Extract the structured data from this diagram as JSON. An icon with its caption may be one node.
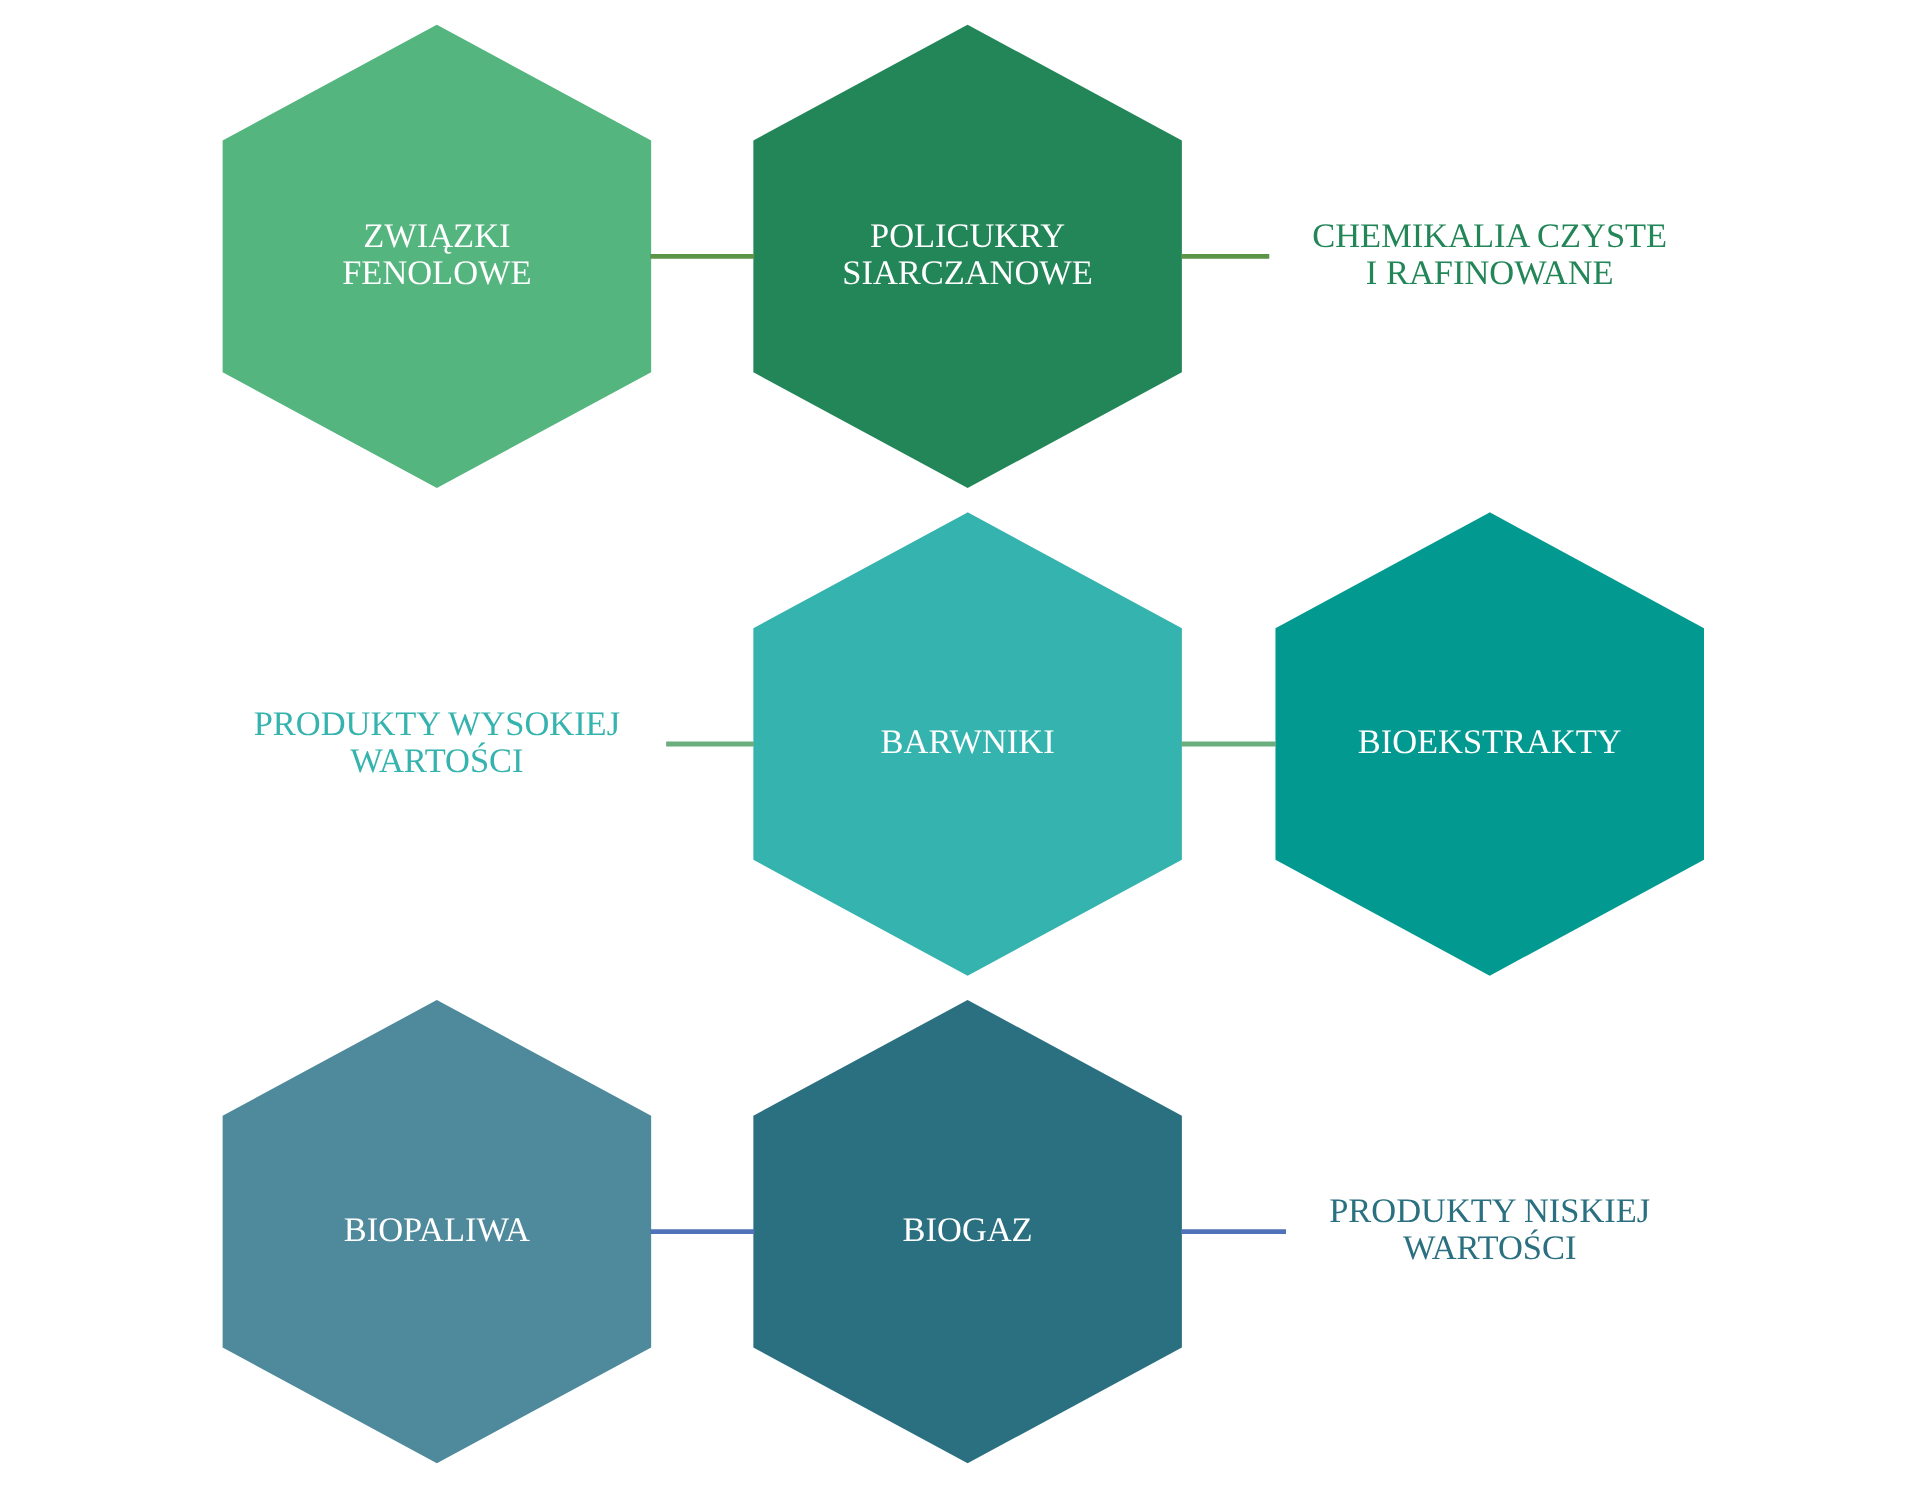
{
  "diagram": {
    "nodes": [
      {
        "text": [
          "BIOPALIWA"
        ]
      },
      {
        "text": [
          "BIOGAZ"
        ]
      },
      {
        "text": [
          "PRODUKTY NISKIEJ WARTOŚCI"
        ]
      },
      {
        "text": [
          "PRODUKTY WYSOKIEJ WARTOŚCI"
        ]
      },
      {
        "text": [
          "BARWNIKI"
        ]
      },
      {
        "text": [
          "BIOEKSTRAKTY"
        ]
      },
      {
        "text": [
          "ZWIĄZKI FENOLOWE"
        ]
      },
      {
        "text": [
          "POLICUKRY SIARCZANOWE"
        ]
      },
      {
        "text": [
          "CHEMIKALIA CZYSTE I RAFINOWANE"
        ]
      }
    ],
    "edges": [
      {
        "from": 0,
        "to": 1,
        "arrow": "none",
        "color": "#4f72b8"
      },
      {
        "from": 1,
        "to": 2,
        "arrow": "none",
        "color": "#4f72b8"
      },
      {
        "from": 3,
        "to": 4,
        "arrow": "none",
        "color": "#6aae7e"
      },
      {
        "from": 4,
        "to": 5,
        "arrow": "none",
        "color": "#6aae7e"
      },
      {
        "from": 6,
        "to": 7,
        "arrow": "none",
        "color": "#5a9548"
      },
      {
        "from": 7,
        "to": 8,
        "arrow": "none",
        "color": "#5a9548"
      }
    ]
  }
}
